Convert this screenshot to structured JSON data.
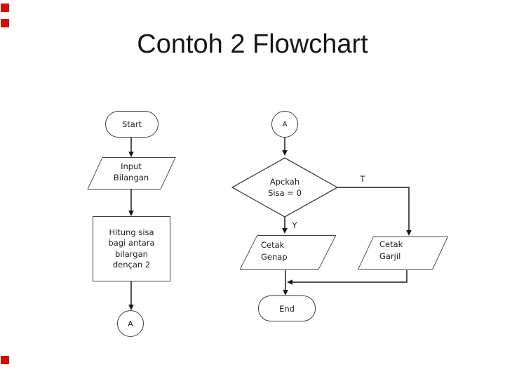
{
  "title": "Contoh 2 Flowchart",
  "decor": {
    "marker_color": "#d01010"
  },
  "colors": {
    "shape_stroke": "#3f3f3f",
    "connector_stroke": "#191919",
    "text": "#1c1c1c"
  },
  "flowchart": {
    "start": "Start",
    "input_lines": [
      "Input",
      "Bilangan"
    ],
    "process_lines": [
      "Hitung sisa",
      "bagi antara",
      "bilargan",
      "dençan 2"
    ],
    "connector_a_left": "A",
    "connector_a_right": "A",
    "decision_lines": [
      "Apckah",
      "Sisa = 0"
    ],
    "branch_true_label": "T",
    "branch_yes_label": "Y",
    "output_even_lines": [
      "Cetak",
      "Genap"
    ],
    "output_odd_lines": [
      "Cetak",
      "Garjil"
    ],
    "end": "End"
  }
}
